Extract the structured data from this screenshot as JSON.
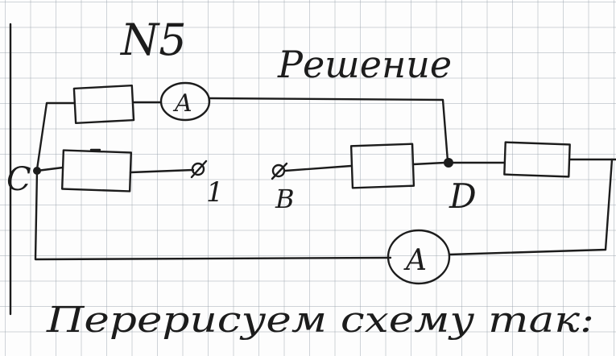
{
  "page": {
    "problem_number": "N5",
    "heading": "Решение",
    "caption": "Перерисуем схему так:"
  },
  "diagram": {
    "nodes": [
      {
        "id": "C",
        "label": "C"
      },
      {
        "id": "D",
        "label": "D"
      }
    ],
    "terminals": [
      {
        "id": "1",
        "label": "1"
      },
      {
        "id": "B",
        "label": "B"
      }
    ],
    "ammeters": [
      {
        "id": "A-top",
        "label": "A"
      },
      {
        "id": "A-bottom",
        "label": "A"
      }
    ],
    "resistors": [
      {
        "id": "R-top"
      },
      {
        "id": "R-middle-left"
      },
      {
        "id": "R-middle-right"
      },
      {
        "id": "R-right"
      }
    ]
  },
  "colors": {
    "ink": "#1c1c1c",
    "grid": "#96a0aa",
    "paper": "#fdfdfd"
  }
}
